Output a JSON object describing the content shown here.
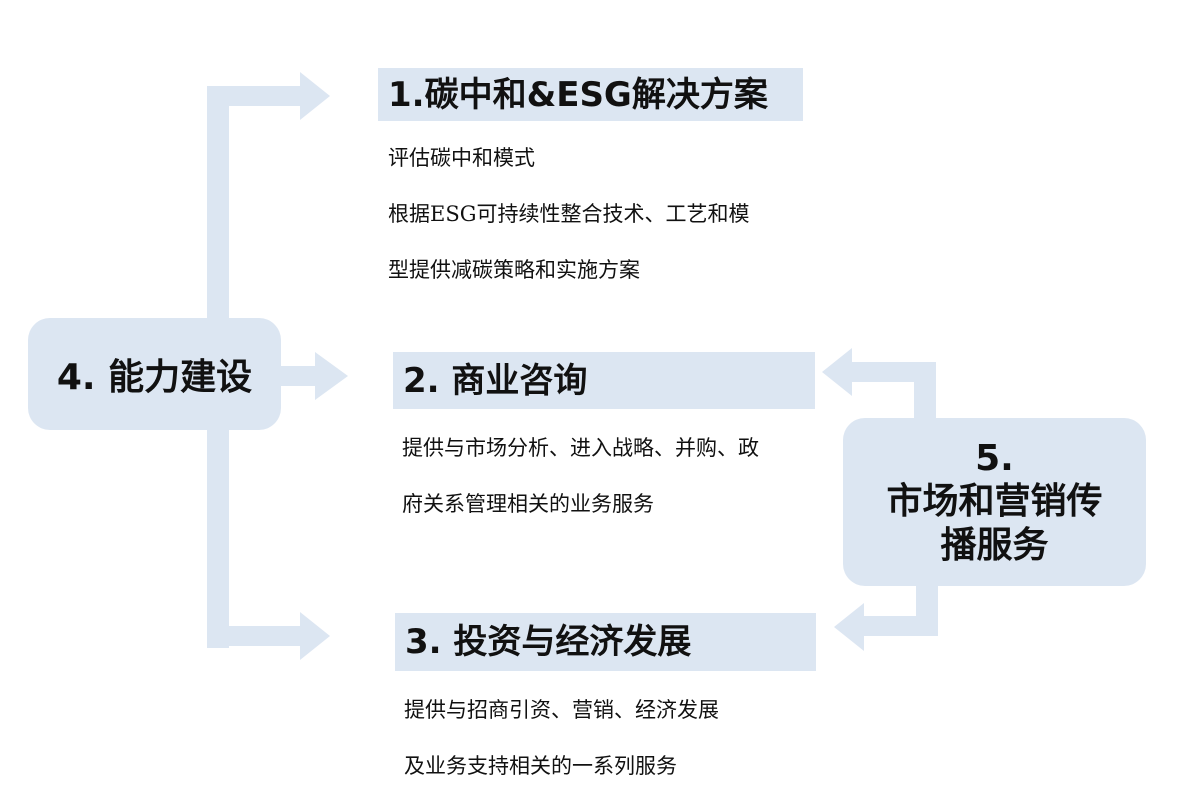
{
  "colors": {
    "box_fill": "#dce6f2",
    "arrow_fill": "#dce6f2",
    "text": "#111111"
  },
  "sections": [
    {
      "title": "1.碳中和&ESG解决方案",
      "lines": [
        "评估碳中和模式",
        "根据ESG可持续性整合技术、工艺和模",
        "型提供减碳策略和实施方案"
      ]
    },
    {
      "title": "2. 商业咨询",
      "lines": [
        "提供与市场分析、进入战略、并购、政",
        "府关系管理相关的业务服务"
      ]
    },
    {
      "title": "3. 投资与经济发展",
      "lines": [
        "提供与招商引资、营销、经济发展",
        "及业务支持相关的一系列服务"
      ]
    }
  ],
  "side_boxes": {
    "capability": {
      "label": "4. 能力建设"
    },
    "marketing": {
      "number": "5.",
      "line1": "市场和营销传",
      "line2": "播服务"
    }
  }
}
